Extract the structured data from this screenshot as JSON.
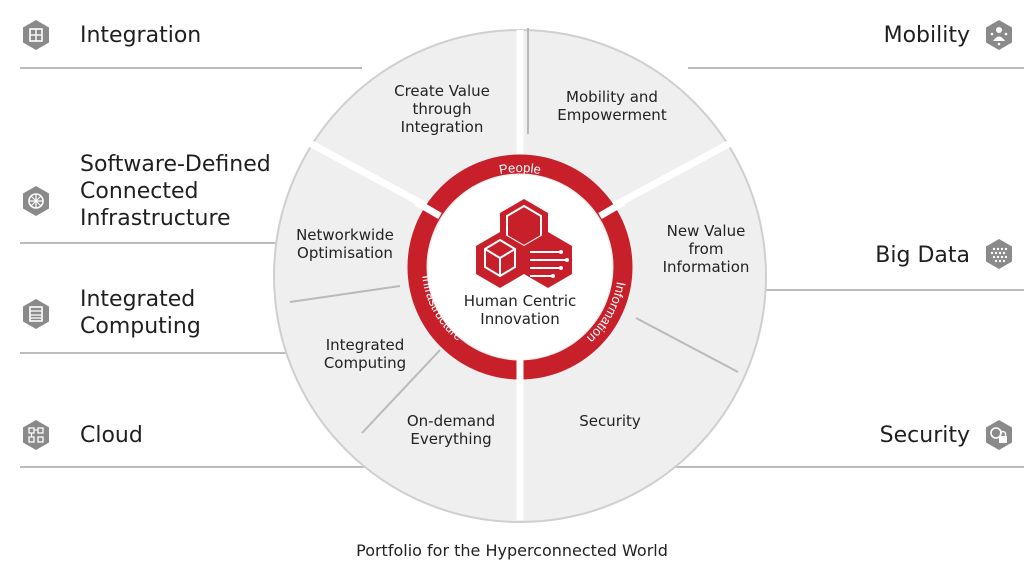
{
  "colors": {
    "accent_red": "#c8202b",
    "wheel_fill": "#efefef",
    "wheel_stroke": "#cfcfcf",
    "line_gray": "#bdbdbd",
    "icon_gray": "#8a8a8a"
  },
  "left_items": [
    {
      "label": "Integration",
      "icon": "puzzle-icon"
    },
    {
      "label": "Software-Defined\nConnected\nInfrastructure",
      "icon": "network-globe-icon"
    },
    {
      "label": "Integrated\nComputing",
      "icon": "server-rack-icon"
    },
    {
      "label": "Cloud",
      "icon": "cloud-nodes-icon"
    }
  ],
  "right_items": [
    {
      "label": "Mobility",
      "icon": "mobile-user-icon"
    },
    {
      "label": "Big Data",
      "icon": "data-grid-icon"
    },
    {
      "label": "Security",
      "icon": "lock-icon"
    }
  ],
  "wheel_segments": [
    {
      "label": "Create Value\nthrough\nIntegration"
    },
    {
      "label": "Mobility and\nEmpowerment"
    },
    {
      "label": "New Value\nfrom\nInformation"
    },
    {
      "label": "Security"
    },
    {
      "label": "On-demand\nEverything"
    },
    {
      "label": "Integrated\nComputing"
    },
    {
      "label": "Networkwide\nOptimisation"
    }
  ],
  "ring_labels": {
    "people": "People",
    "information": "Information",
    "infrastructure": "Infrastructure"
  },
  "center": {
    "label": "Human Centric\nInnovation",
    "icon": "hexagon-cube-circuit-icon"
  },
  "caption": "Portfolio for the Hyperconnected World"
}
